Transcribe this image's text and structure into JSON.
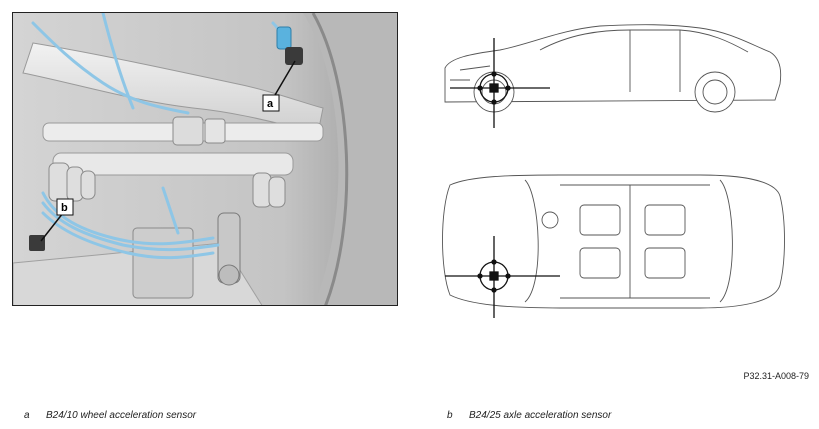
{
  "photo": {
    "callouts": [
      {
        "letter": "a"
      },
      {
        "letter": "b"
      }
    ]
  },
  "reference_code": "P32.31-A008-79",
  "legend": [
    {
      "key": "a",
      "text": "B24/10 wheel acceleration sensor"
    },
    {
      "key": "b",
      "text": "B24/25 axle acceleration sensor"
    }
  ],
  "colors": {
    "cable_blue": "#8ec6e6",
    "sensor_blue": "#5ab2de",
    "component_gray": "#e6e6e6",
    "outline": "#222222"
  }
}
